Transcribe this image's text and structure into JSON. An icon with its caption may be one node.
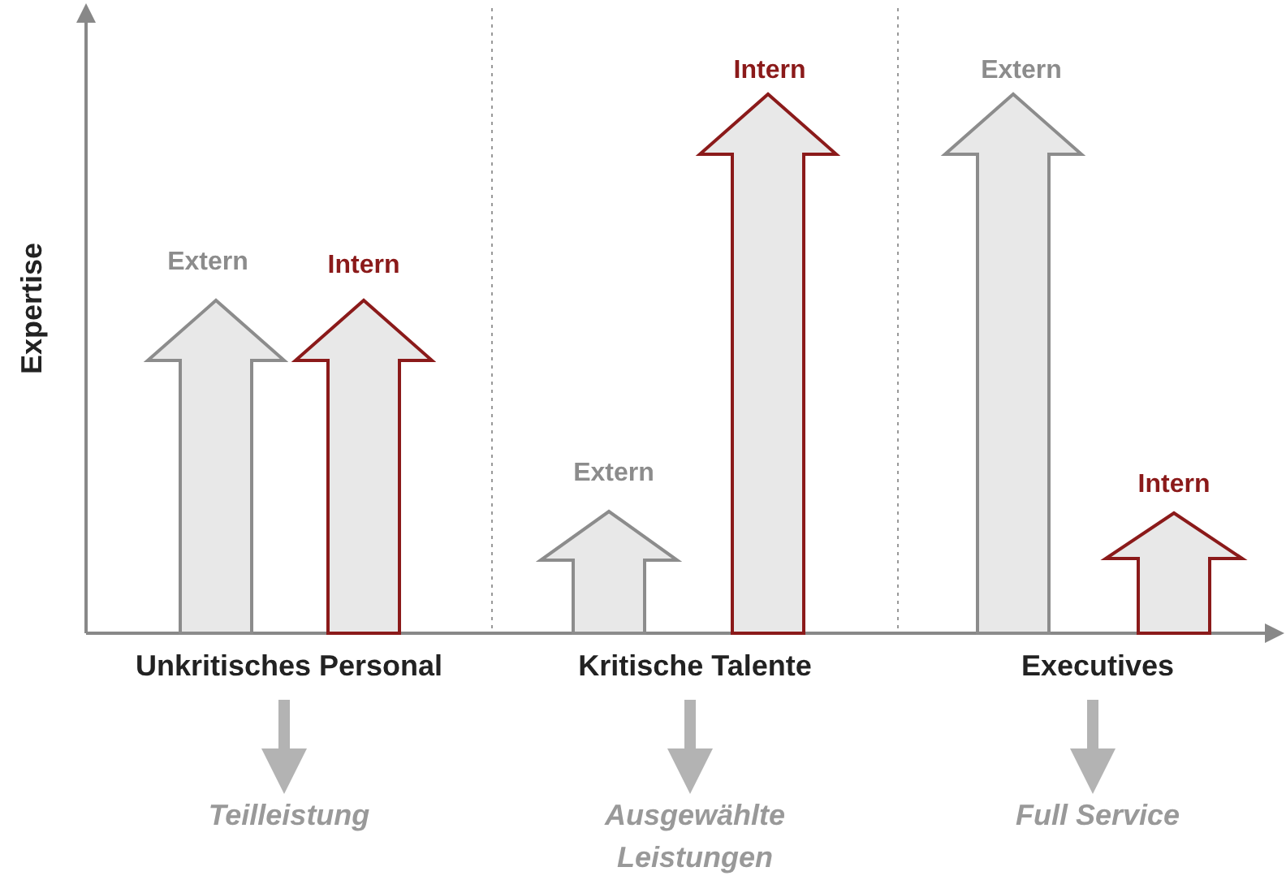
{
  "diagram": {
    "nodes": [
      {
        "text": [
          "Unkritisches Personal"
        ]
      },
      {
        "text": [
          "Kritische Talente"
        ]
      },
      {
        "text": [
          "Executives"
        ]
      },
      {
        "text": [
          "Teilleistung"
        ]
      },
      {
        "text": [
          "Ausgewählte Leistungen"
        ]
      },
      {
        "text": [
          "Full Service"
        ]
      }
    ],
    "edges": [
      {
        "from": 0,
        "to": 3,
        "arrow": "to"
      },
      {
        "from": 1,
        "to": 4,
        "arrow": "to"
      },
      {
        "from": 2,
        "to": 5,
        "arrow": "to"
      }
    ],
    "labels": [
      "Expertise",
      "Extern",
      "Intern",
      "Extern",
      "Intern",
      "Extern",
      "Intern"
    ]
  }
}
